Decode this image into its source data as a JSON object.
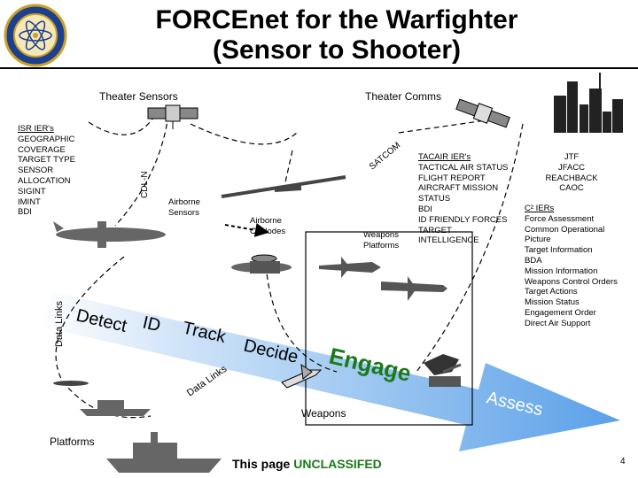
{
  "title": {
    "line1": "FORCEnet for the Warfighter",
    "line2": "(Sensor to Shooter)"
  },
  "headers": {
    "theater_sensors": "Theater Sensors",
    "theater_comms": "Theater Comms"
  },
  "isr_block": {
    "heading": "ISR IER's",
    "items": [
      "GEOGRAPHIC",
      "COVERAGE",
      "TARGET TYPE",
      "SENSOR",
      "ALLOCATION",
      "SIGINT",
      "IMINT",
      "BDI"
    ]
  },
  "links": {
    "cdl_n": "CDL-N",
    "satcom": "SATCOM",
    "data_links_left": "Data Links",
    "data_links_center": "Data Links"
  },
  "node_labels": {
    "airborne_sensors": [
      "Airborne",
      "Sensors"
    ],
    "airborne_c2": [
      "Airborne",
      "C² Nodes"
    ],
    "weapons_platforms": [
      "Weapons",
      "Platforms"
    ],
    "weapons": "Weapons",
    "platforms": "Platforms"
  },
  "tacair_block": {
    "heading": "TACAIR IER's",
    "items": [
      "TACTICAL AIR STATUS",
      "FLIGHT REPORT",
      "AIRCRAFT MISSION",
      "STATUS",
      "BDI",
      "ID FRIENDLY FORCES",
      "TARGET",
      "INTELLIGENCE"
    ]
  },
  "jtf_block": {
    "items": [
      "JTF",
      "JFACC",
      "REACHBACK",
      "CAOC"
    ]
  },
  "c2_block": {
    "heading": "C² IERs",
    "items": [
      "Force Assessment",
      "Common Operational",
      "Picture",
      "Target Information",
      "BDA",
      "Mission Information",
      "Weapons Control Orders",
      "Target Actions",
      "Mission Status",
      "Engagement Order",
      "Direct Air Support"
    ]
  },
  "kill_chain": {
    "detect": "Detect",
    "id": "ID",
    "track": "Track",
    "decide": "Decide",
    "engage": "Engage",
    "assess": "Assess"
  },
  "footer": {
    "prefix": "This page ",
    "classification": "UNCLASSIFED",
    "page_number": "4"
  },
  "colors": {
    "arrow_fill": "#5aa0e8",
    "arrow_fade": "#ffffff",
    "classification_green": "#1a7a1a",
    "seal_blue": "#1d3f8f",
    "seal_gold": "#c9a227"
  },
  "icons": [
    "seal-icon",
    "satellite-icon",
    "city-icon",
    "aircraft-icon",
    "ship-icon",
    "submarine-icon",
    "missile-icon",
    "tank-icon"
  ]
}
